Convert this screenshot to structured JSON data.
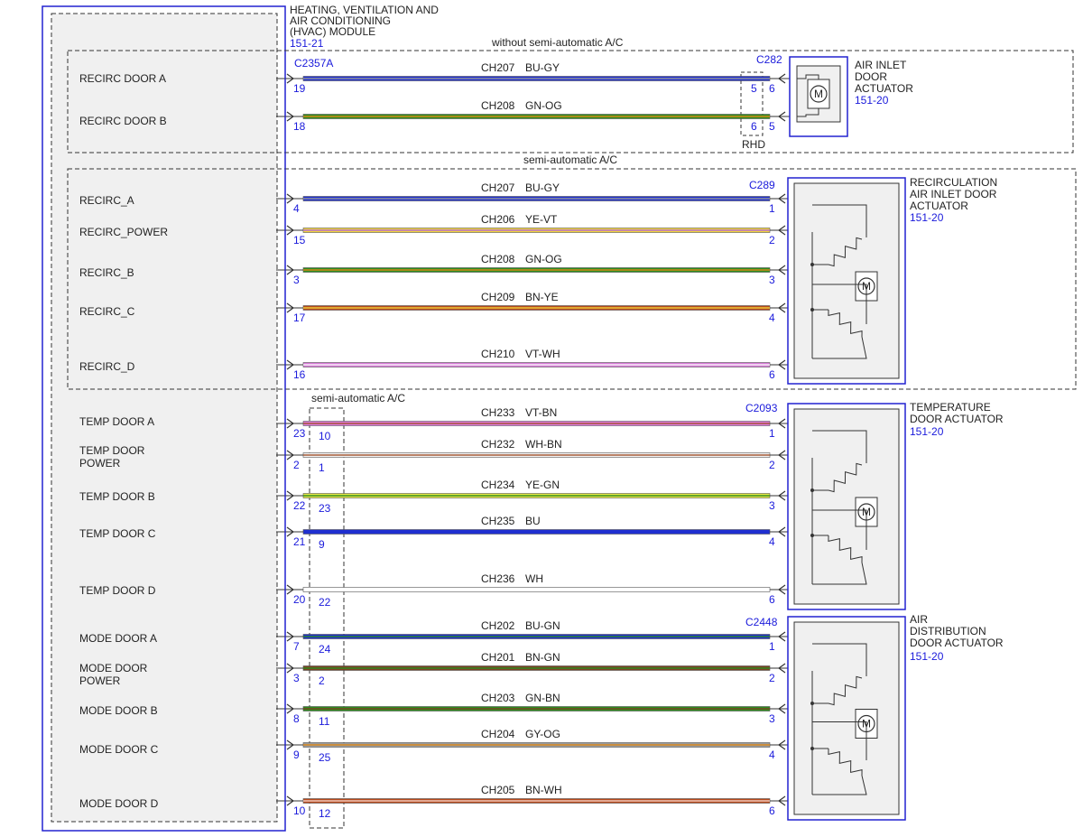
{
  "colors": {
    "frame": "#2222d0",
    "pin_text": "#1a1adb",
    "panel_fill": "#f0f0f0",
    "dash": "#333333"
  },
  "module": {
    "title_lines": [
      "HEATING, VENTILATION AND",
      "AIR CONDITIONING",
      "(HVAC) MODULE"
    ],
    "ref": "151-21",
    "connector": "C2357A"
  },
  "zones": {
    "top": "without semi-automatic A/C",
    "middle": "semi-automatic A/C",
    "bottom": "semi-automatic A/C",
    "rhd": "RHD"
  },
  "signals": [
    {
      "label": "RECIRC DOOR A"
    },
    {
      "label": "RECIRC DOOR B"
    },
    {
      "label": "RECIRC_A"
    },
    {
      "label": "RECIRC_POWER"
    },
    {
      "label": "RECIRC_B"
    },
    {
      "label": "RECIRC_C"
    },
    {
      "label": "RECIRC_D"
    },
    {
      "label": "TEMP DOOR A"
    },
    {
      "label": "TEMP DOOR POWER",
      "lines": [
        "TEMP DOOR",
        "POWER"
      ]
    },
    {
      "label": "TEMP DOOR B"
    },
    {
      "label": "TEMP DOOR C"
    },
    {
      "label": "TEMP DOOR D"
    },
    {
      "label": "MODE DOOR A"
    },
    {
      "label": "MODE DOOR POWER",
      "lines": [
        "MODE DOOR",
        "POWER"
      ]
    },
    {
      "label": "MODE DOOR B"
    },
    {
      "label": "MODE DOOR C"
    },
    {
      "label": "MODE DOOR D"
    }
  ],
  "wires": [
    {
      "circuit": "CH207",
      "color_code": "BU-GY",
      "pin_module": "19",
      "pin_alt": "",
      "pin_rhd": "5",
      "pin_device": "6",
      "colors": [
        "#1f2fd0",
        "#9a9a9a"
      ]
    },
    {
      "circuit": "CH208",
      "color_code": "GN-OG",
      "pin_module": "18",
      "pin_alt": "",
      "pin_rhd": "6",
      "pin_device": "5",
      "colors": [
        "#2e8b1e",
        "#e08a18"
      ]
    },
    {
      "circuit": "CH207",
      "color_code": "BU-GY",
      "pin_module": "4",
      "pin_alt": "",
      "pin_device": "1",
      "colors": [
        "#1f2fd0",
        "#9a9a9a"
      ]
    },
    {
      "circuit": "CH206",
      "color_code": "YE-VT",
      "pin_module": "15",
      "pin_alt": "",
      "pin_device": "2",
      "colors": [
        "#f0d23c",
        "#b46ad8"
      ]
    },
    {
      "circuit": "CH208",
      "color_code": "GN-OG",
      "pin_module": "3",
      "pin_alt": "",
      "pin_device": "3",
      "colors": [
        "#2e8b1e",
        "#e08a18"
      ]
    },
    {
      "circuit": "CH209",
      "color_code": "BN-YE",
      "pin_module": "17",
      "pin_alt": "",
      "pin_device": "4",
      "colors": [
        "#b84a1c",
        "#f0d23c"
      ]
    },
    {
      "circuit": "CH210",
      "color_code": "VT-WH",
      "pin_module": "16",
      "pin_alt": "",
      "pin_device": "6",
      "colors": [
        "#d87ad8",
        "#f7f7f7"
      ]
    },
    {
      "circuit": "CH233",
      "color_code": "VT-BN",
      "pin_module": "23",
      "pin_alt": "10",
      "pin_device": "1",
      "colors": [
        "#e07ae0",
        "#a0522d"
      ]
    },
    {
      "circuit": "CH232",
      "color_code": "WH-BN",
      "pin_module": "2",
      "pin_alt": "1",
      "pin_device": "2",
      "colors": [
        "#f4f4f4",
        "#a0522d"
      ]
    },
    {
      "circuit": "CH234",
      "color_code": "YE-GN",
      "pin_module": "22",
      "pin_alt": "23",
      "pin_device": "3",
      "colors": [
        "#e6e645",
        "#2e8b1e"
      ]
    },
    {
      "circuit": "CH235",
      "color_code": "BU",
      "pin_module": "21",
      "pin_alt": "9",
      "pin_device": "4",
      "colors": [
        "#1f2fd0",
        "#1f2fd0"
      ]
    },
    {
      "circuit": "CH236",
      "color_code": "WH",
      "pin_module": "20",
      "pin_alt": "22",
      "pin_device": "6",
      "colors": [
        "#ffffff",
        "#ffffff"
      ]
    },
    {
      "circuit": "CH202",
      "color_code": "BU-GN",
      "pin_module": "7",
      "pin_alt": "24",
      "pin_device": "1",
      "colors": [
        "#1f2fd0",
        "#2e8b1e"
      ]
    },
    {
      "circuit": "CH201",
      "color_code": "BN-GN",
      "pin_module": "3",
      "pin_alt": "2",
      "pin_device": "2",
      "colors": [
        "#7a4322",
        "#2e8b1e"
      ]
    },
    {
      "circuit": "CH203",
      "color_code": "GN-BN",
      "pin_module": "8",
      "pin_alt": "11",
      "pin_device": "3",
      "colors": [
        "#2e8b1e",
        "#7a4322"
      ]
    },
    {
      "circuit": "CH204",
      "color_code": "GY-OG",
      "pin_module": "9",
      "pin_alt": "25",
      "pin_device": "4",
      "colors": [
        "#9a9a9a",
        "#e08a18"
      ]
    },
    {
      "circuit": "CH205",
      "color_code": "BN-WH",
      "pin_module": "10",
      "pin_alt": "12",
      "pin_device": "6",
      "colors": [
        "#b84a1c",
        "#f4d2c8"
      ]
    }
  ],
  "devices": [
    {
      "id": "air-inlet",
      "connector": "C282",
      "title_lines": [
        "AIR INLET",
        "DOOR",
        "ACTUATOR"
      ],
      "ref": "151-20",
      "motor": "M"
    },
    {
      "id": "recirc",
      "connector": "C289",
      "title_lines": [
        "RECIRCULATION",
        "AIR INLET DOOR",
        "ACTUATOR"
      ],
      "ref": "151-20",
      "motor": "M"
    },
    {
      "id": "temp",
      "connector": "C2093",
      "title_lines": [
        "TEMPERATURE",
        "DOOR ACTUATOR"
      ],
      "ref": "151-20",
      "motor": "M"
    },
    {
      "id": "mode",
      "connector": "C2448",
      "title_lines": [
        "AIR",
        "DISTRIBUTION",
        "DOOR ACTUATOR"
      ],
      "ref": "151-20",
      "motor": "M"
    }
  ]
}
